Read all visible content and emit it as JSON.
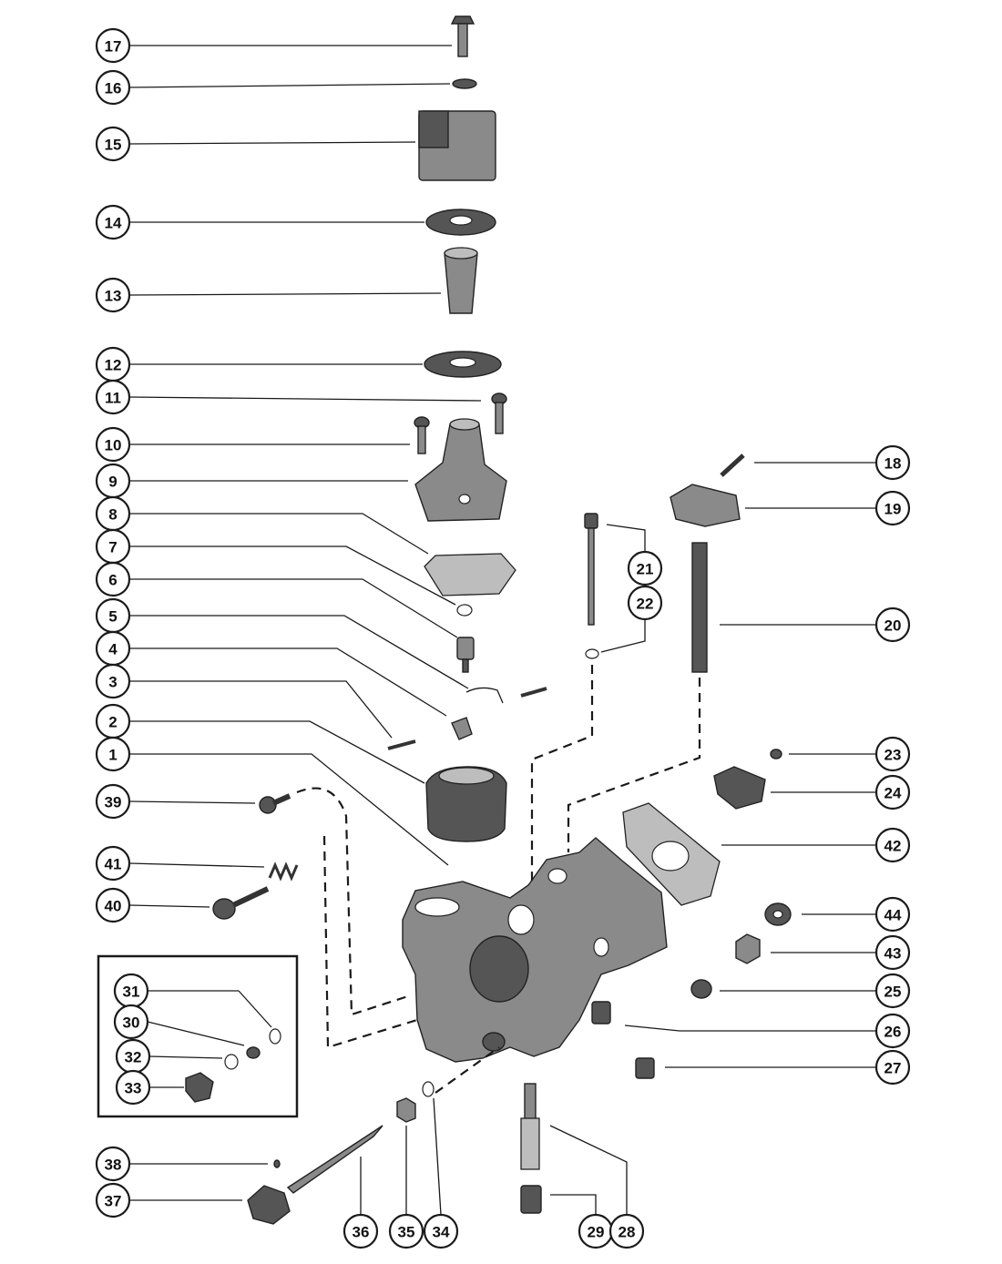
{
  "callouts": {
    "c1": "1",
    "c2": "2",
    "c3": "3",
    "c4": "4",
    "c5": "5",
    "c6": "6",
    "c7": "7",
    "c8": "8",
    "c9": "9",
    "c10": "10",
    "c11": "11",
    "c12": "12",
    "c13": "13",
    "c14": "14",
    "c15": "15",
    "c16": "16",
    "c17": "17",
    "c18": "18",
    "c19": "19",
    "c20": "20",
    "c21": "21",
    "c22": "22",
    "c23": "23",
    "c24": "24",
    "c25": "25",
    "c26": "26",
    "c27": "27",
    "c28": "28",
    "c29": "29",
    "c30": "30",
    "c31": "31",
    "c32": "32",
    "c33": "33",
    "c34": "34",
    "c35": "35",
    "c36": "36",
    "c37": "37",
    "c38": "38",
    "c39": "39",
    "c40": "40",
    "c41": "41",
    "c42": "42",
    "c43": "43",
    "c44": "44"
  },
  "colors": {
    "ink": "#1a1a1a",
    "metal": "#8a8a8a",
    "shadow": "#555555"
  }
}
